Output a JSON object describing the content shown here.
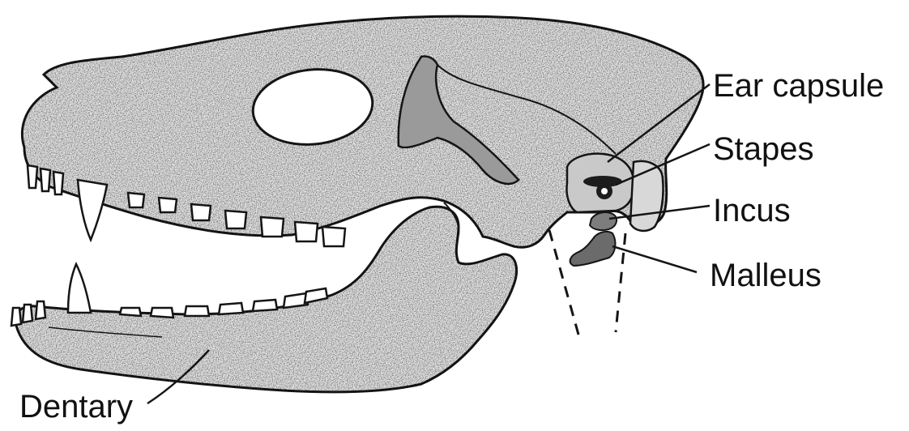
{
  "labels": {
    "ear_capsule": "Ear capsule",
    "stapes": "Stapes",
    "incus": "Incus",
    "malleus": "Malleus",
    "dentary": "Dentary"
  },
  "colors": {
    "bone_fill": "#e6e6e6",
    "outline": "#151515",
    "ear_capsule_fill": "#c9c9c9",
    "incus_fill": "#7d7d7d",
    "malleus_fill": "#6b6b6b",
    "background": "#ffffff"
  }
}
